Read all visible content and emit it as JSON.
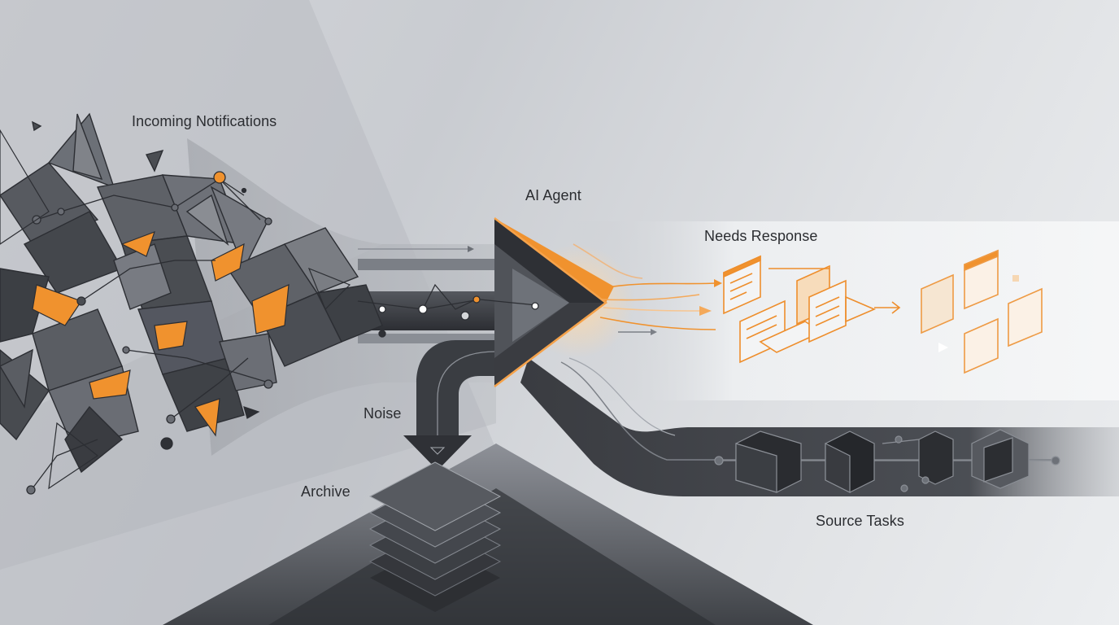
{
  "labels": {
    "incoming": "Incoming Notifications",
    "agent": "AI Agent",
    "needs_response": "Needs Response",
    "noise": "Noise",
    "archive": "Archive",
    "source_tasks": "Source Tasks"
  },
  "colors": {
    "accent": "#f0922e",
    "dark": "#3a3d43",
    "mid": "#6b6f76",
    "light": "#a9adb3",
    "background": "#d3d5d9"
  }
}
